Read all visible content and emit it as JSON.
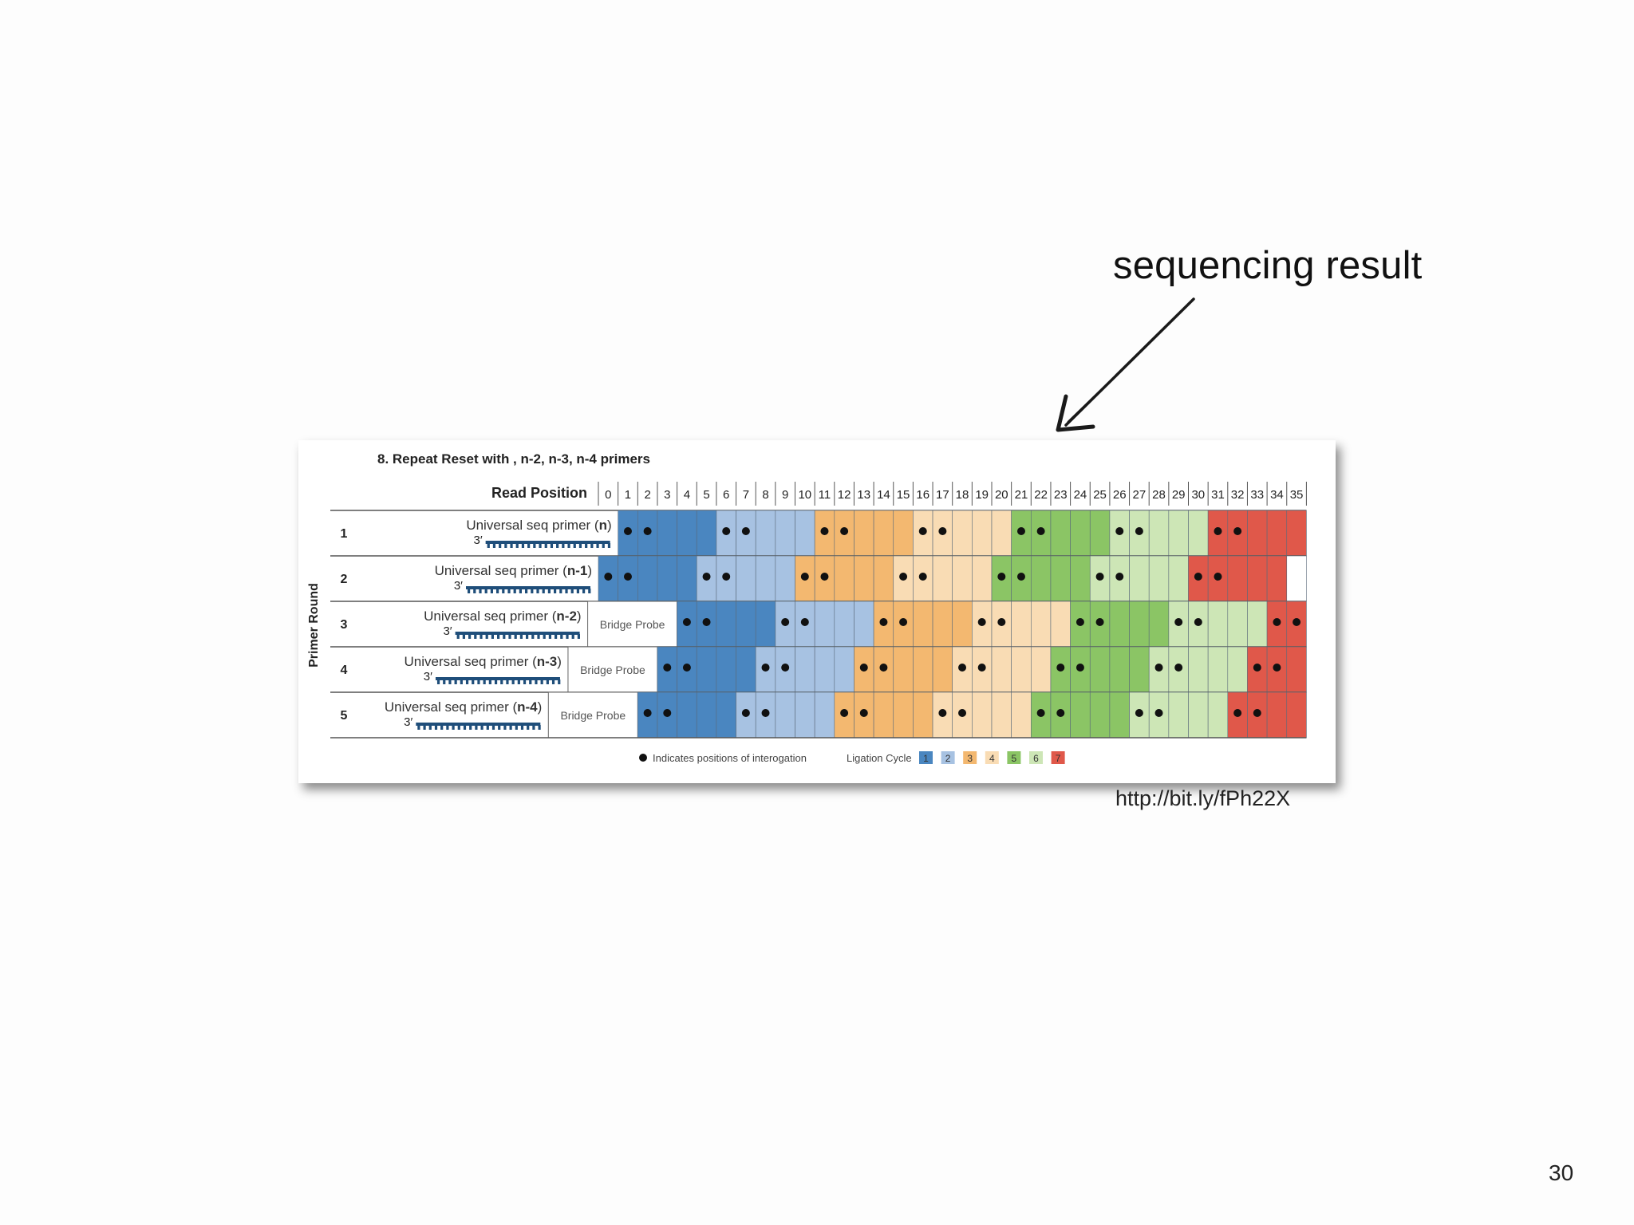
{
  "slide": {
    "annotation": "sequencing result",
    "source_url": "http://bit.ly/fPh22X",
    "page_number": "30"
  },
  "figure": {
    "title": "8. Repeat Reset with , n-2, n-3, n-4 primers",
    "read_position_label": "Read Position",
    "primer_round_label": "Primer Round",
    "positions": [
      "0",
      "1",
      "2",
      "3",
      "4",
      "5",
      "6",
      "7",
      "8",
      "9",
      "10",
      "11",
      "12",
      "13",
      "14",
      "15",
      "16",
      "17",
      "18",
      "19",
      "20",
      "21",
      "22",
      "23",
      "24",
      "25",
      "26",
      "27",
      "28",
      "29",
      "30",
      "31",
      "32",
      "33",
      "34",
      "35"
    ],
    "cycle_colors": [
      "#4a86c0",
      "#a7c2e2",
      "#f3b870",
      "#f9dcb4",
      "#8bc565",
      "#cde6b6",
      "#e0584a"
    ],
    "rounds": [
      {
        "number": "1",
        "primer_text": "Universal seq primer (",
        "primer_bold": "n",
        "primer_close": ")",
        "prime_label": "3′",
        "bridge_probe": "",
        "start": 1,
        "dots": [
          1,
          2,
          6,
          7,
          11,
          12,
          16,
          17,
          21,
          22,
          26,
          27,
          31,
          32
        ]
      },
      {
        "number": "2",
        "primer_text": "Universal seq primer (",
        "primer_bold": "n-1",
        "primer_close": ")",
        "prime_label": "3′",
        "bridge_probe": "",
        "start": 0,
        "dots": [
          0,
          1,
          5,
          6,
          10,
          11,
          15,
          16,
          20,
          21,
          25,
          26,
          30,
          31
        ]
      },
      {
        "number": "3",
        "primer_text": "Universal seq primer (",
        "primer_bold": "n-2",
        "primer_close": ")",
        "prime_label": "3′",
        "bridge_probe": "Bridge Probe",
        "start": 4,
        "dots": [
          4,
          5,
          9,
          10,
          14,
          15,
          19,
          20,
          24,
          25,
          29,
          30,
          34,
          35
        ]
      },
      {
        "number": "4",
        "primer_text": "Universal seq primer (",
        "primer_bold": "n-3",
        "primer_close": ")",
        "prime_label": "3′",
        "bridge_probe": "Bridge Probe",
        "start": 3,
        "dots": [
          3,
          4,
          8,
          9,
          13,
          14,
          18,
          19,
          23,
          24,
          28,
          29,
          33,
          34
        ]
      },
      {
        "number": "5",
        "primer_text": "Universal seq primer (",
        "primer_bold": "n-4",
        "primer_close": ")",
        "prime_label": "3′",
        "bridge_probe": "Bridge Probe",
        "start": 2,
        "dots": [
          2,
          3,
          7,
          8,
          12,
          13,
          17,
          18,
          22,
          23,
          27,
          28,
          32,
          33
        ]
      }
    ],
    "legend": {
      "dot_text": "Indicates positions of interogation",
      "ligation_label": "Ligation Cycle",
      "cycles": [
        "1",
        "2",
        "3",
        "4",
        "5",
        "6",
        "7"
      ]
    }
  }
}
